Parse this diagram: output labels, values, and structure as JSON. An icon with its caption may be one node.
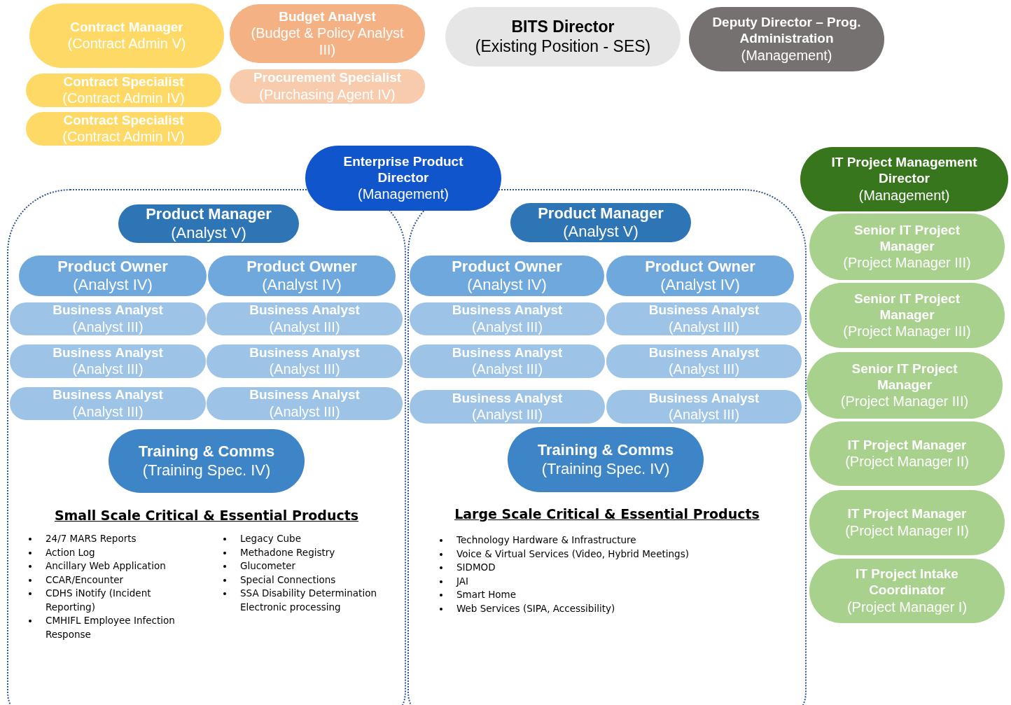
{
  "diagram": {
    "nodes": [
      {
        "text": [
          "Contract Manager",
          "(Contract Admin V)"
        ]
      },
      {
        "text": [
          "Budget Analyst",
          "(Budget & Policy Analyst III)"
        ]
      },
      {
        "text": [
          "BITS Director",
          "(Existing Position - SES)"
        ]
      },
      {
        "text": [
          "Deputy Director – Prog. Administration",
          "(Management)"
        ]
      },
      {
        "text": [
          "Contract Specialist",
          "(Contract Admin IV)"
        ]
      },
      {
        "text": [
          "Procurement Specialist",
          "(Purchasing Agent IV)"
        ]
      },
      {
        "text": [
          "Contract Specialist",
          "(Contract Admin IV)"
        ]
      },
      {
        "text": [
          "Enterprise Product Director",
          "(Management)"
        ]
      },
      {
        "text": [
          "IT Project Management Director",
          "(Management)"
        ]
      },
      {
        "text": [
          "Small Scale Critical & Essential Products",
          "24/7 MARS Reports",
          "Action Log",
          "Ancillary Web Application",
          "CCAR/Encounter",
          "CDHS iNotify (Incident Reporting)",
          "CMHIFL Employee Infection Response",
          "Legacy Cube",
          "Methadone Registry",
          "Glucometer",
          "Special Connections",
          "SSA Disability Determination Electronic processing"
        ]
      },
      {
        "text": [
          "Product Manager",
          "(Analyst V)"
        ],
        "in": 9
      },
      {
        "text": [
          "Product Owner",
          "(Analyst IV)"
        ],
        "in": 9
      },
      {
        "text": [
          "Product Owner",
          "(Analyst IV)"
        ],
        "in": 9
      },
      {
        "text": [
          "Business Analyst",
          "(Analyst III)"
        ],
        "in": 9
      },
      {
        "text": [
          "Business Analyst",
          "(Analyst III)"
        ],
        "in": 9
      },
      {
        "text": [
          "Business Analyst",
          "(Analyst III)"
        ],
        "in": 9
      },
      {
        "text": [
          "Business Analyst",
          "(Analyst III)"
        ],
        "in": 9
      },
      {
        "text": [
          "Business Analyst",
          "(Analyst III)"
        ],
        "in": 9
      },
      {
        "text": [
          "Business Analyst",
          "(Analyst III)"
        ],
        "in": 9
      },
      {
        "text": [
          "Training & Comms",
          "(Training Spec. IV)"
        ],
        "in": 9
      },
      {
        "text": [
          "Large Scale Critical & Essential Products",
          "Technology Hardware & Infrastructure",
          "Voice & Virtual Services (Video, Hybrid Meetings)",
          "SIDMOD",
          "JAI",
          "Smart Home",
          "Web Services (SIPA, Accessibility)"
        ]
      },
      {
        "text": [
          "Product Manager",
          "(Analyst V)"
        ],
        "in": 20
      },
      {
        "text": [
          "Product Owner",
          "(Analyst IV)"
        ],
        "in": 20
      },
      {
        "text": [
          "Product Owner",
          "(Analyst IV)"
        ],
        "in": 20
      },
      {
        "text": [
          "Business Analyst",
          "(Analyst III)"
        ],
        "in": 20
      },
      {
        "text": [
          "Business Analyst",
          "(Analyst III)"
        ],
        "in": 20
      },
      {
        "text": [
          "Business Analyst",
          "(Analyst III)"
        ],
        "in": 20
      },
      {
        "text": [
          "Business Analyst",
          "(Analyst III)"
        ],
        "in": 20
      },
      {
        "text": [
          "Business Analyst",
          "(Analyst III)"
        ],
        "in": 20
      },
      {
        "text": [
          "Business Analyst",
          "(Analyst III)"
        ],
        "in": 20
      },
      {
        "text": [
          "Training & Comms",
          "(Training Spec. IV)"
        ],
        "in": 20
      },
      {
        "text": [
          "Senior IT Project Manager",
          "(Project Manager III)"
        ]
      },
      {
        "text": [
          "Senior IT Project Manager",
          "(Project Manager III)"
        ]
      },
      {
        "text": [
          "Senior IT Project Manager",
          "(Project Manager III)"
        ]
      },
      {
        "text": [
          "IT Project Manager",
          "(Project Manager II)"
        ]
      },
      {
        "text": [
          "IT Project Manager",
          "(Project Manager II)"
        ]
      },
      {
        "text": [
          "IT Project Intake Coordinator",
          "(Project Manager I)"
        ]
      }
    ]
  }
}
